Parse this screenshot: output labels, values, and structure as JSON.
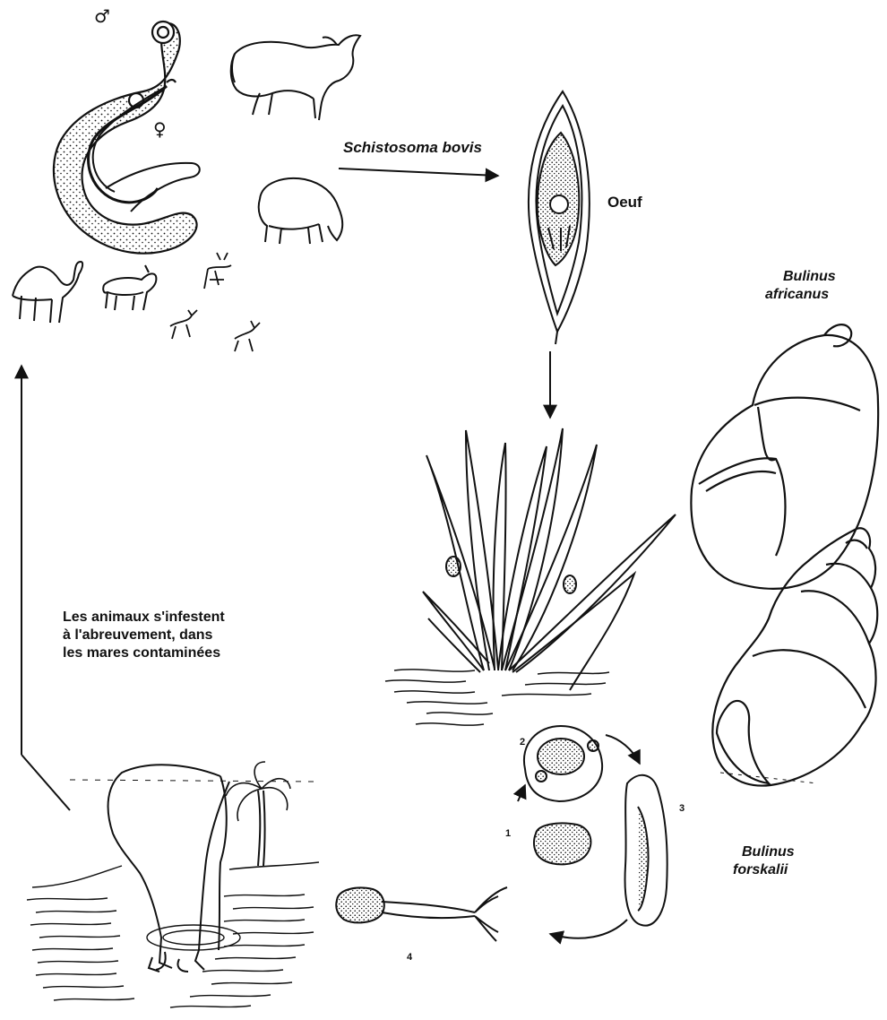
{
  "labels": {
    "male_symbol": "♂",
    "female_symbol": "♀",
    "species": "Schistosoma bovis",
    "egg": "Oeuf",
    "snail1_line1": "Bulinus",
    "snail1_line2": "africanus",
    "snail2_line1": "Bulinus",
    "snail2_line2": "forskalii",
    "infection_line1": "Les animaux s'infestent",
    "infection_line2": "à l'abreuvement, dans",
    "infection_line3": "les mares contaminées"
  },
  "stages": [
    "1",
    "2",
    "3",
    "4"
  ],
  "icons": [
    "schistosome-pair-icon",
    "zebu-icon",
    "sheep-icon",
    "camel-icon",
    "goat-icon",
    "antelope-icon",
    "egg-icon",
    "water-plant-icon",
    "snail-africanus-icon",
    "snail-forskalii-icon",
    "drinking-cattle-icon",
    "palm-tree-icon",
    "miracidium-icon",
    "sporocyst-icon",
    "cercaria-icon"
  ],
  "colors": {
    "ink": "#111111",
    "paper": "#ffffff"
  }
}
